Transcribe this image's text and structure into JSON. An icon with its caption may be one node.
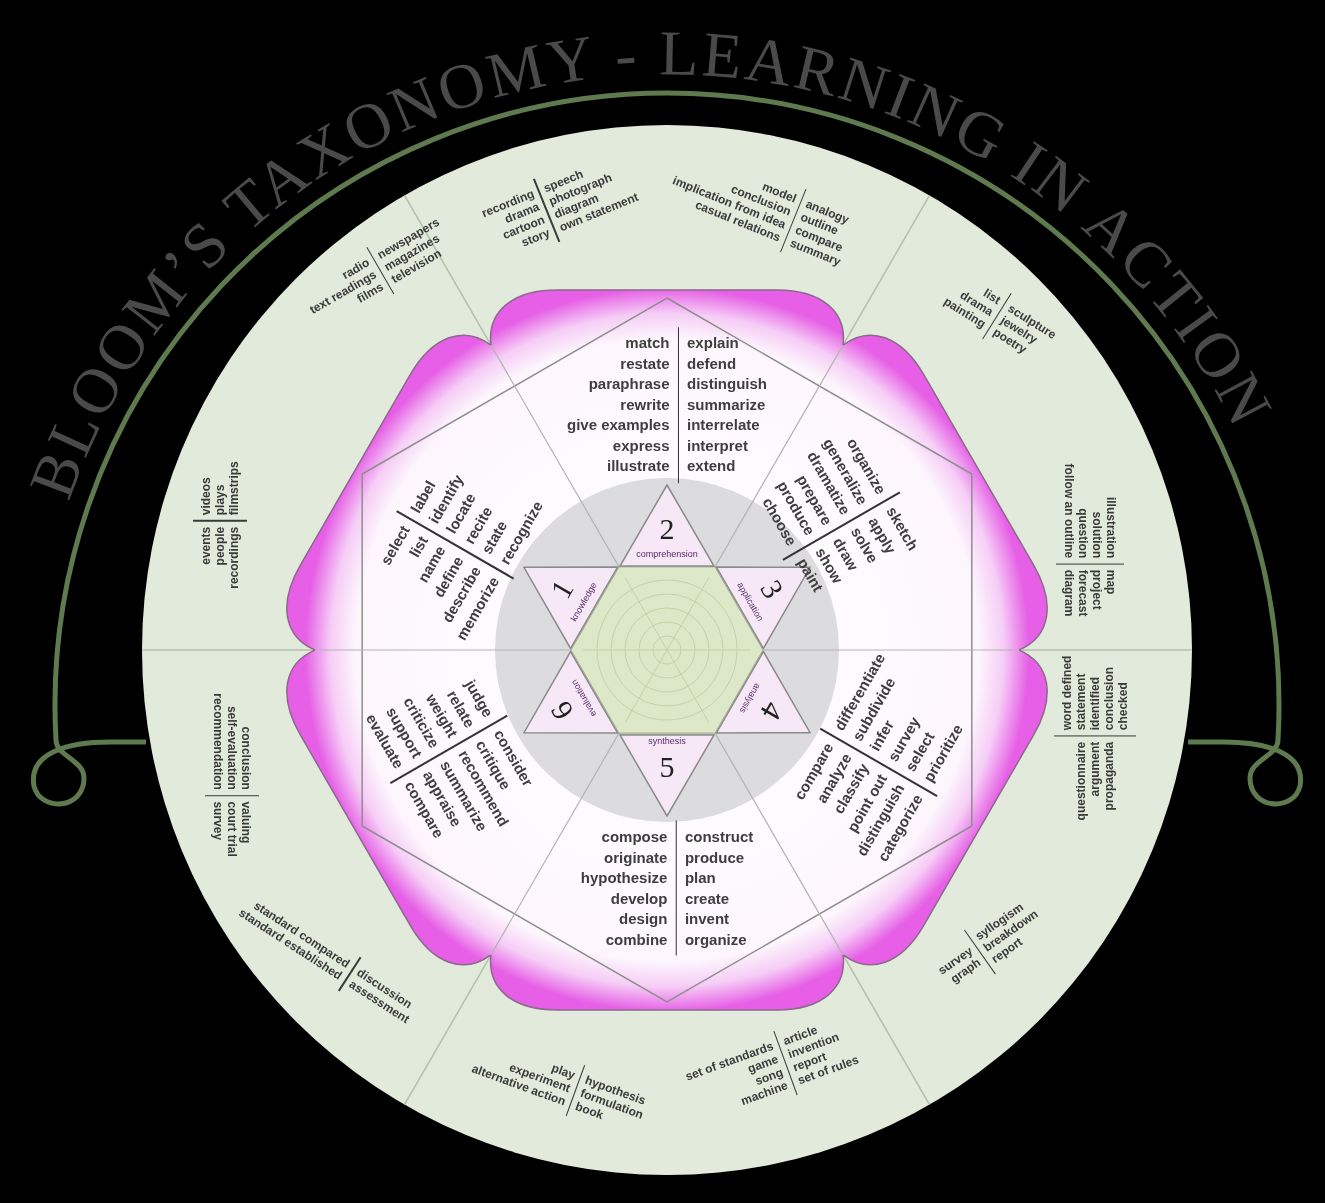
{
  "diagram": {
    "title": "BLOOM’S TAXONOMY - LEARNING IN ACTION",
    "nodes": [
      {
        "text": [
          "1",
          "knowledge"
        ]
      },
      {
        "text": [
          "2",
          "comprehension"
        ]
      },
      {
        "text": [
          "3",
          "application"
        ]
      },
      {
        "text": [
          "4",
          "analysis"
        ]
      },
      {
        "text": [
          "synthesis",
          "5"
        ]
      },
      {
        "text": [
          "6",
          "evaluation"
        ]
      },
      {
        "text": [
          "select",
          "list",
          "name",
          "define",
          "describe",
          "memorize",
          "label",
          "identify",
          "locate",
          "recite",
          "state",
          "recognize"
        ]
      },
      {
        "text": [
          "match",
          "restate",
          "paraphrase",
          "rewrite",
          "give examples",
          "express",
          "illustrate",
          "explain",
          "defend",
          "distinguish",
          "summarize",
          "interrelate",
          "interpret",
          "extend"
        ]
      },
      {
        "text": [
          "organize",
          "generalize",
          "dramatize",
          "prepare",
          "produce",
          "choose",
          "sketch",
          "apply",
          "solve",
          "draw",
          "show",
          "paint"
        ]
      },
      {
        "text": [
          "compare",
          "analyze",
          "classify",
          "point out",
          "distinguish",
          "categorize",
          "differentiate",
          "subdivide",
          "infer",
          "survey",
          "select",
          "prioritize"
        ]
      },
      {
        "text": [
          "compose",
          "originate",
          "hypothesize",
          "develop",
          "design",
          "combine",
          "construct",
          "produce",
          "plan",
          "create",
          "invent",
          "organize"
        ]
      },
      {
        "text": [
          "judge",
          "relate",
          "weight",
          "criticize",
          "support",
          "evaluate",
          "consider",
          "critique",
          "recommend",
          "summarize",
          "appraise",
          "compare"
        ]
      }
    ],
    "labels": [
      "radio",
      "text readings",
      "films",
      "newspapers",
      "magazines",
      "television",
      "recording",
      "drama",
      "cartoon",
      "story",
      "speech",
      "photograph",
      "diagram",
      "own statement",
      "model",
      "conclusion",
      "implication from idea",
      "casual relations",
      "analogy",
      "outline",
      "compare",
      "summary",
      "list",
      "drama",
      "painting",
      "sculpture",
      "jewelry",
      "poetry",
      "illustration",
      "solution",
      "question",
      "follow an outline",
      "map",
      "project",
      "forecast",
      "diagram",
      "questionnaire",
      "argument",
      "propaganda",
      "word defined",
      "statement",
      "identified",
      "conclusion",
      "checked",
      "survey",
      "graph",
      "syllogism",
      "breakdown",
      "report",
      "set of standards",
      "game",
      "song",
      "machine",
      "article",
      "invention",
      "report",
      "set of rules",
      "play",
      "experiment",
      "alternative action",
      "hypothesis",
      "formulation",
      "book",
      "standard compared",
      "standard established",
      "discussion",
      "assessment",
      "conclusion",
      "self-evaluation",
      "recommendation",
      "valuing",
      "court trial",
      "survey",
      "events",
      "people",
      "recordings",
      "videos",
      "plays",
      "filmstrips"
    ]
  }
}
